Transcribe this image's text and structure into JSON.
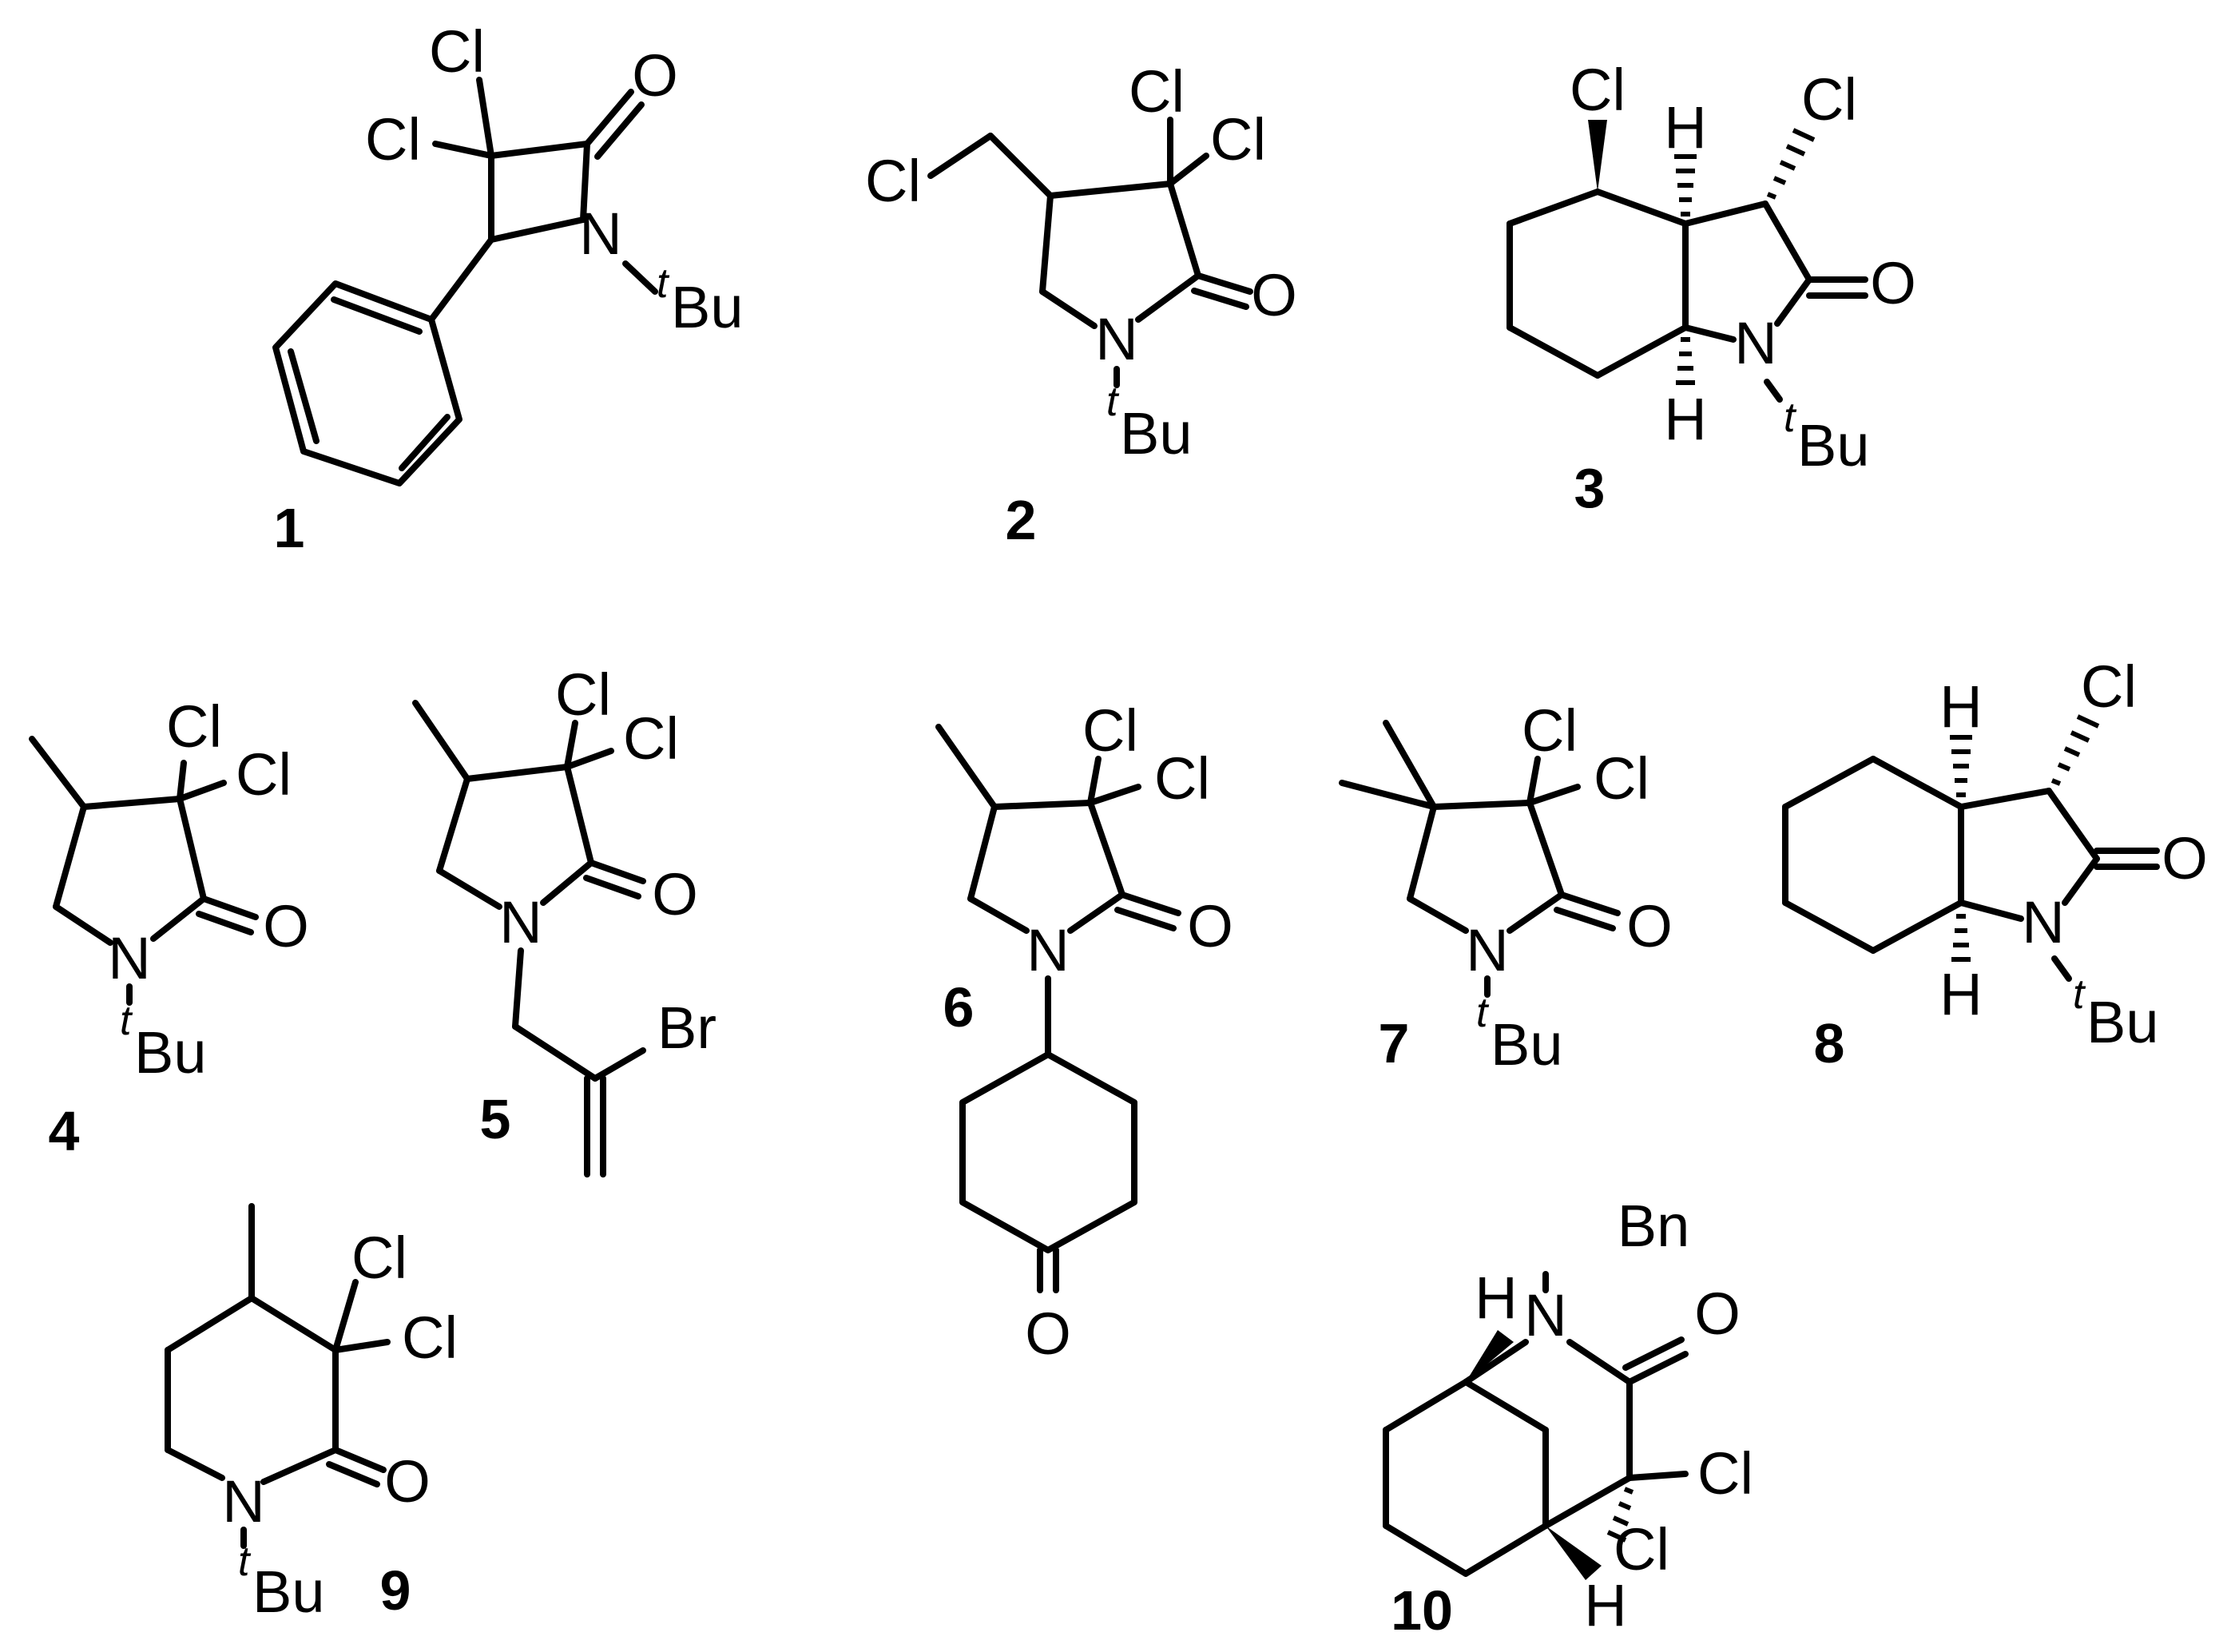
{
  "compounds": [
    {
      "number": "1",
      "atoms": {
        "cl_a": "Cl",
        "cl_b": "Cl",
        "o": "O",
        "n": "N",
        "tbu_sup": "t",
        "tbu": "Bu"
      }
    },
    {
      "number": "2",
      "atoms": {
        "cl_methyl": "Cl",
        "cl_a": "Cl",
        "cl_b": "Cl",
        "o": "O",
        "n": "N",
        "tbu_sup": "t",
        "tbu": "Bu"
      }
    },
    {
      "number": "3",
      "atoms": {
        "cl_ring": "Cl",
        "cl_alpha": "Cl",
        "h_top": "H",
        "h_bottom": "H",
        "o": "O",
        "n": "N",
        "tbu_sup": "t",
        "tbu": "Bu"
      }
    },
    {
      "number": "4",
      "atoms": {
        "cl_a": "Cl",
        "cl_b": "Cl",
        "o": "O",
        "n": "N",
        "tbu_sup": "t",
        "tbu": "Bu"
      }
    },
    {
      "number": "5",
      "atoms": {
        "cl_a": "Cl",
        "cl_b": "Cl",
        "o": "O",
        "n": "N",
        "br": "Br"
      }
    },
    {
      "number": "6",
      "atoms": {
        "cl_a": "Cl",
        "cl_b": "Cl",
        "o": "O",
        "n": "N",
        "o_ketone": "O"
      }
    },
    {
      "number": "7",
      "atoms": {
        "cl_a": "Cl",
        "cl_b": "Cl",
        "o": "O",
        "n": "N",
        "tbu_sup": "t",
        "tbu": "Bu"
      }
    },
    {
      "number": "8",
      "atoms": {
        "cl_alpha": "Cl",
        "h_top": "H",
        "h_bottom": "H",
        "o": "O",
        "n": "N",
        "tbu_sup": "t",
        "tbu": "Bu"
      }
    },
    {
      "number": "9",
      "atoms": {
        "cl_a": "Cl",
        "cl_b": "Cl",
        "o": "O",
        "n": "N",
        "tbu_sup": "t",
        "tbu": "Bu"
      }
    },
    {
      "number": "10",
      "atoms": {
        "bn": "Bn",
        "n": "N",
        "o": "O",
        "h_top": "H",
        "h_bottom": "H",
        "cl_a": "Cl",
        "cl_b": "Cl"
      }
    }
  ]
}
